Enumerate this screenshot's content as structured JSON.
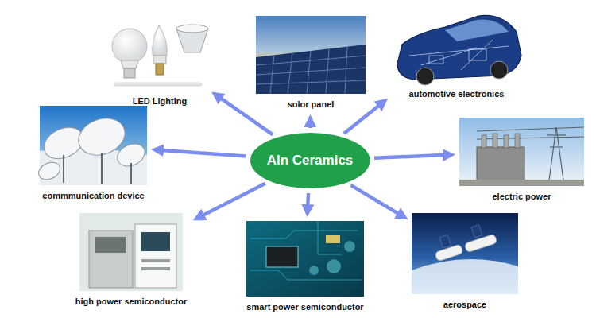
{
  "diagram": {
    "nodes": [
      {
        "text": [
          "LED Lighting"
        ]
      },
      {
        "text": [
          "solor panel"
        ]
      },
      {
        "text": [
          "automotive electronics"
        ]
      },
      {
        "text": [
          "commmunication device"
        ]
      },
      {
        "text": [
          "Aln Ceramics"
        ]
      },
      {
        "text": [
          "electric power"
        ]
      },
      {
        "text": [
          "high power semiconductor"
        ]
      },
      {
        "text": [
          "smart power semiconductor"
        ]
      },
      {
        "text": [
          "aerospace"
        ]
      }
    ],
    "edges": [
      {
        "from": 4,
        "to": 0,
        "arrow": "to"
      },
      {
        "from": 4,
        "to": 1,
        "arrow": "to"
      },
      {
        "from": 4,
        "to": 2,
        "arrow": "to"
      },
      {
        "from": 4,
        "to": 3,
        "arrow": "to"
      },
      {
        "from": 4,
        "to": 5,
        "arrow": "to"
      },
      {
        "from": 4,
        "to": 6,
        "arrow": "to"
      },
      {
        "from": 4,
        "to": 7,
        "arrow": "to"
      },
      {
        "from": 4,
        "to": 8,
        "arrow": "to"
      }
    ]
  }
}
